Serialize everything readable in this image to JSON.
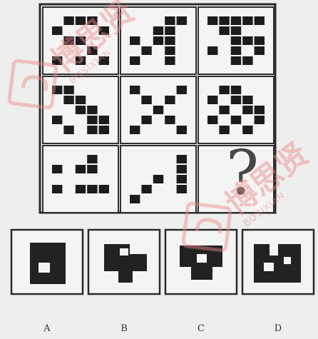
{
  "puzzle": {
    "question_mark": "?",
    "cells": [
      {
        "id": "r1c1",
        "cells": [
          [
            1,
            0
          ],
          [
            2,
            0
          ],
          [
            3,
            0
          ],
          [
            0,
            1
          ],
          [
            4,
            1
          ],
          [
            1,
            2
          ],
          [
            2,
            2
          ],
          [
            3,
            3
          ],
          [
            0,
            4
          ],
          [
            2,
            4
          ],
          [
            4,
            4
          ]
        ]
      },
      {
        "id": "r1c2",
        "cells": [
          [
            3,
            0
          ],
          [
            4,
            0
          ],
          [
            2,
            1
          ],
          [
            3,
            1
          ],
          [
            0,
            2
          ],
          [
            2,
            2
          ],
          [
            3,
            2
          ],
          [
            1,
            3
          ],
          [
            3,
            3
          ],
          [
            0,
            4
          ],
          [
            3,
            4
          ]
        ]
      },
      {
        "id": "r1c3",
        "cells": [
          [
            0,
            0
          ],
          [
            1,
            0
          ],
          [
            2,
            0
          ],
          [
            3,
            0
          ],
          [
            4,
            0
          ],
          [
            1,
            1
          ],
          [
            2,
            1
          ],
          [
            2,
            2
          ],
          [
            3,
            2
          ],
          [
            4,
            2
          ],
          [
            0,
            3
          ],
          [
            2,
            3
          ],
          [
            4,
            3
          ],
          [
            2,
            4
          ],
          [
            3,
            4
          ]
        ]
      },
      {
        "id": "r2c1",
        "cells": [
          [
            0,
            0
          ],
          [
            1,
            0
          ],
          [
            1,
            1
          ],
          [
            2,
            1
          ],
          [
            2,
            2
          ],
          [
            3,
            2
          ],
          [
            0,
            3
          ],
          [
            3,
            3
          ],
          [
            4,
            3
          ],
          [
            1,
            4
          ],
          [
            3,
            4
          ],
          [
            4,
            4
          ]
        ]
      },
      {
        "id": "r2c2",
        "cells": [
          [
            0,
            0
          ],
          [
            4,
            0
          ],
          [
            1,
            1
          ],
          [
            3,
            1
          ],
          [
            2,
            2
          ],
          [
            1,
            3
          ],
          [
            3,
            3
          ],
          [
            0,
            4
          ],
          [
            4,
            4
          ]
        ]
      },
      {
        "id": "r2c3",
        "cells": [
          [
            1,
            0
          ],
          [
            2,
            0
          ],
          [
            0,
            1
          ],
          [
            2,
            1
          ],
          [
            3,
            1
          ],
          [
            1,
            2
          ],
          [
            3,
            2
          ],
          [
            4,
            2
          ],
          [
            0,
            3
          ],
          [
            2,
            3
          ],
          [
            4,
            3
          ],
          [
            1,
            4
          ],
          [
            3,
            4
          ]
        ]
      },
      {
        "id": "r3c1",
        "cells": [
          [
            3,
            0
          ],
          [
            0,
            1
          ],
          [
            2,
            1
          ],
          [
            3,
            1
          ],
          [
            0,
            3
          ],
          [
            2,
            3
          ],
          [
            3,
            3
          ],
          [
            4,
            3
          ]
        ]
      },
      {
        "id": "r3c2",
        "cells": [
          [
            4,
            0
          ],
          [
            4,
            1
          ],
          [
            2,
            2
          ],
          [
            4,
            2
          ],
          [
            1,
            3
          ],
          [
            4,
            3
          ],
          [
            0,
            4
          ]
        ]
      },
      {
        "id": "r3c3",
        "cells": []
      }
    ]
  },
  "options": [
    {
      "label": "A",
      "shape": "A"
    },
    {
      "label": "B",
      "shape": "B"
    },
    {
      "label": "C",
      "shape": "C"
    },
    {
      "label": "D",
      "shape": "D"
    }
  ],
  "watermark": {
    "text": "博思贤",
    "sub": "BOSIXIAN",
    "color": "#e88a8a"
  }
}
